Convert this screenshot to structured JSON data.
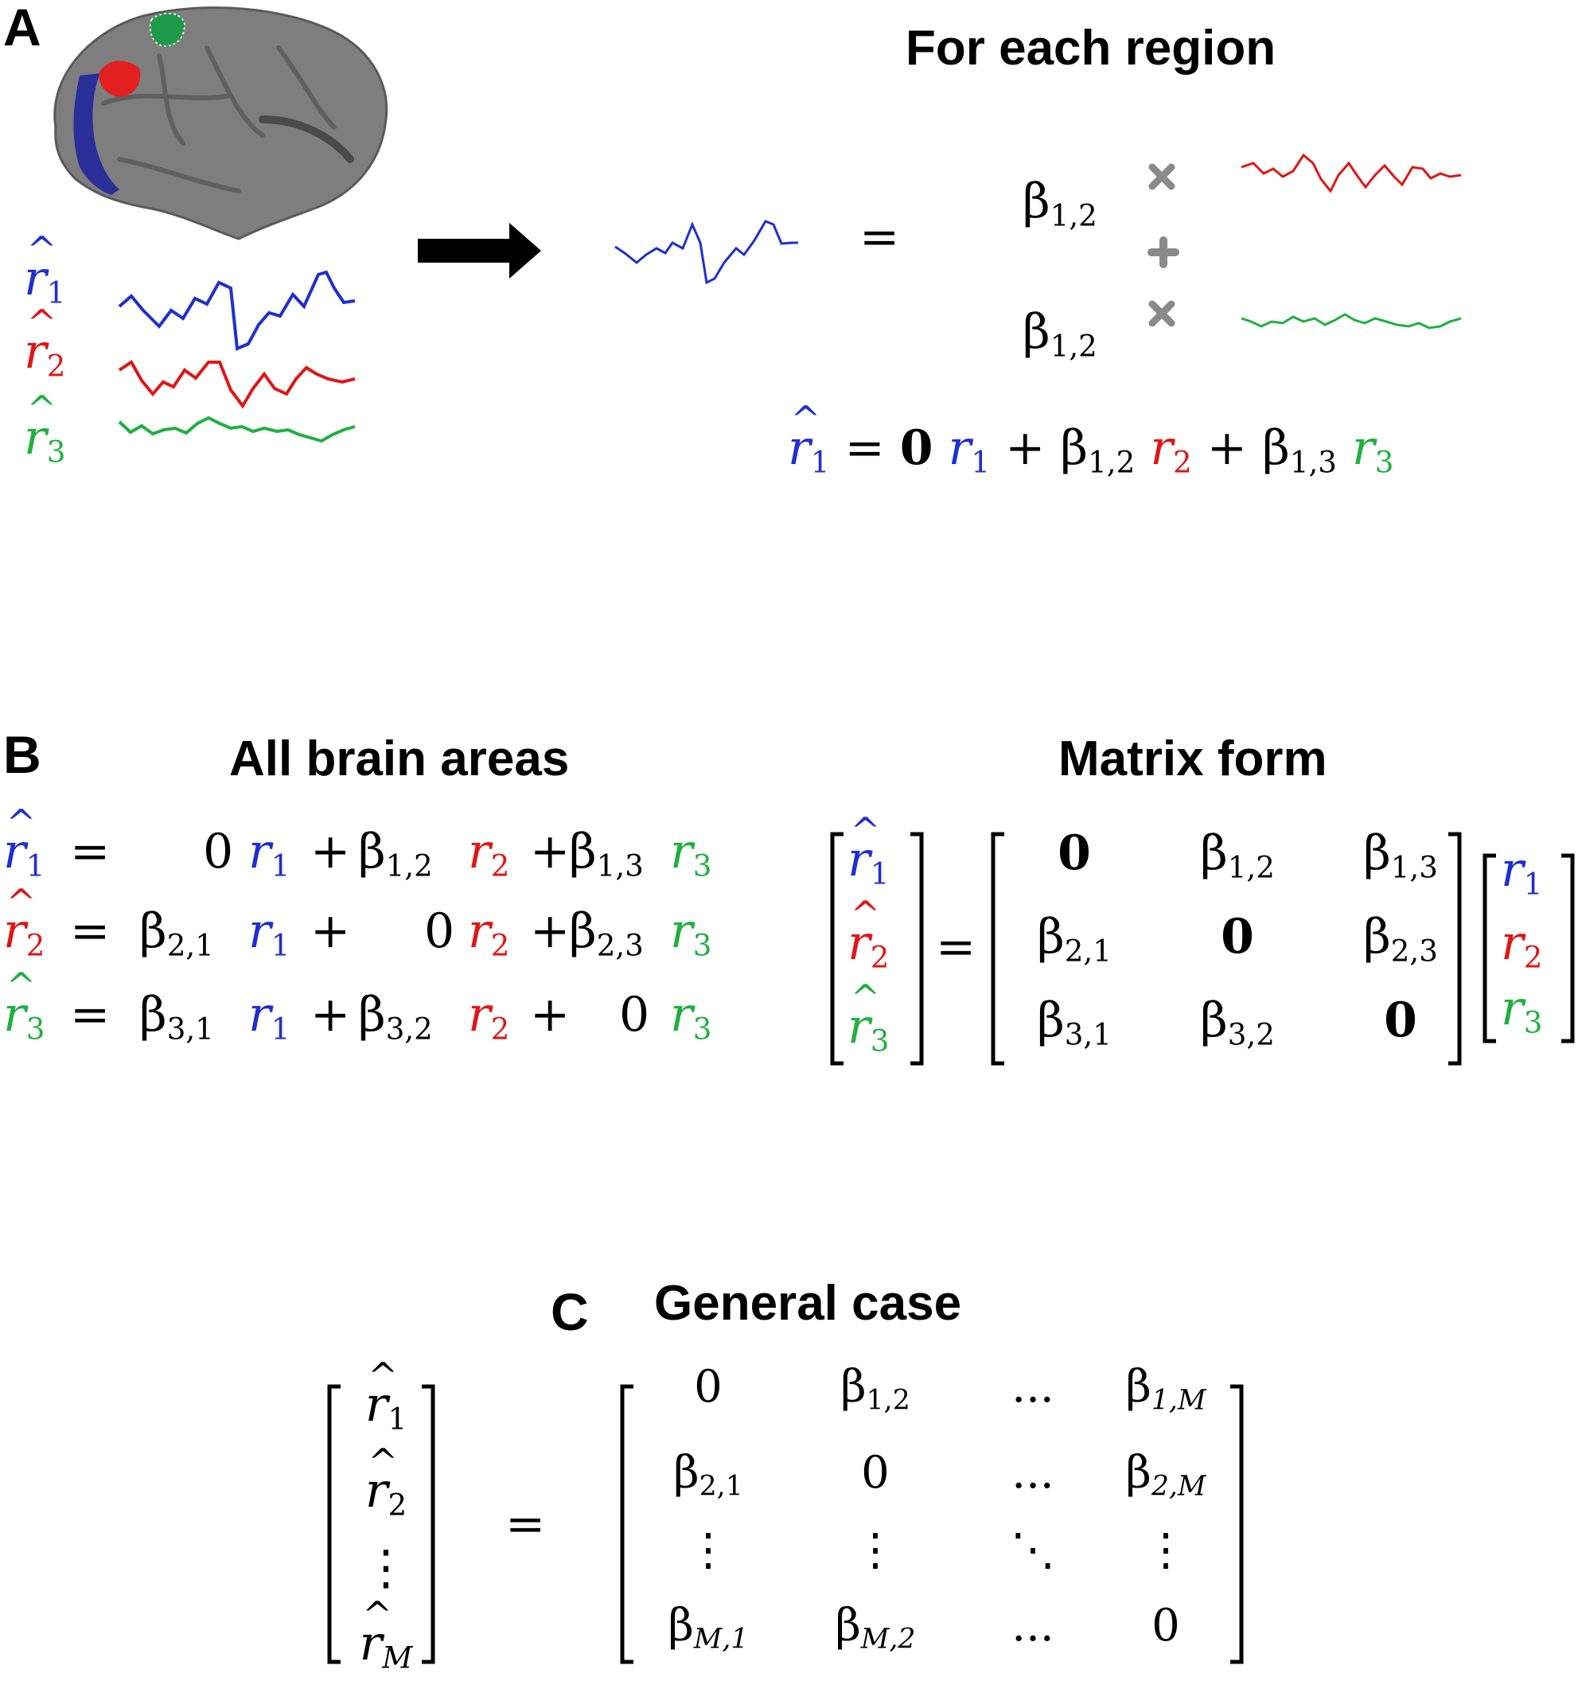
{
  "panels": {
    "a": {
      "label": "A",
      "title": "For each region",
      "left_rows": [
        {
          "var": "r",
          "sub": "1",
          "color": "blue"
        },
        {
          "var": "r",
          "sub": "2",
          "color": "red"
        },
        {
          "var": "r",
          "sub": "3",
          "color": "green"
        }
      ],
      "equals": "=",
      "beta_top": {
        "sym": "β",
        "sub": "1,2"
      },
      "beta_bottom": {
        "sym": "β",
        "sub": "1,2"
      },
      "formula": {
        "lhs": {
          "var": "r",
          "sub": "1"
        },
        "eq": "=",
        "zero": "0",
        "t1": {
          "var": "r",
          "sub": "1"
        },
        "plus1": "+",
        "b12": {
          "sym": "β",
          "sub": "1,2"
        },
        "t2": {
          "var": "r",
          "sub": "2"
        },
        "plus2": "+",
        "b13": {
          "sym": "β",
          "sub": "1,3"
        },
        "t3": {
          "var": "r",
          "sub": "3"
        }
      }
    },
    "b": {
      "label": "B",
      "title_left": "All brain areas",
      "title_right": "Matrix form",
      "equations": [
        {
          "lhs": "r",
          "lhs_sub": "1",
          "eq": "=",
          "c1": "0",
          "c1_sub": "",
          "v1": "1",
          "p1": "+",
          "c2": "β",
          "c2_sub": "1,2",
          "v2": "2",
          "p2": "+",
          "c3": "β",
          "c3_sub": "1,3",
          "v3": "3"
        },
        {
          "lhs": "r",
          "lhs_sub": "2",
          "eq": "=",
          "c1": "β",
          "c1_sub": "2,1",
          "v1": "1",
          "p1": "+",
          "c2": "0",
          "c2_sub": "",
          "v2": "2",
          "p2": "+",
          "c3": "β",
          "c3_sub": "2,3",
          "v3": "3"
        },
        {
          "lhs": "r",
          "lhs_sub": "3",
          "eq": "=",
          "c1": "β",
          "c1_sub": "3,1",
          "v1": "1",
          "p1": "+",
          "c2": "β",
          "c2_sub": "3,2",
          "v2": "2",
          "p2": "+",
          "c3": "0",
          "c3_sub": "",
          "v3": "3"
        }
      ],
      "matrix": {
        "eq": "=",
        "lhs": [
          "1",
          "2",
          "3"
        ],
        "rhs": [
          "1",
          "2",
          "3"
        ],
        "cells": [
          [
            {
              "t": "0",
              "s": ""
            },
            {
              "t": "β",
              "s": "1,2"
            },
            {
              "t": "β",
              "s": "1,3"
            }
          ],
          [
            {
              "t": "β",
              "s": "2,1"
            },
            {
              "t": "0",
              "s": ""
            },
            {
              "t": "β",
              "s": "2,3"
            }
          ],
          [
            {
              "t": "β",
              "s": "3,1"
            },
            {
              "t": "β",
              "s": "3,2"
            },
            {
              "t": "0",
              "s": ""
            }
          ]
        ]
      }
    },
    "c": {
      "label": "C",
      "title": "General case",
      "eq": "=",
      "lhs": [
        "1",
        "2",
        "⋮",
        "M"
      ],
      "cells": [
        [
          {
            "t": "0",
            "s": ""
          },
          {
            "t": "β",
            "s": "1,2"
          },
          {
            "t": "...",
            "s": ""
          },
          {
            "t": "β",
            "s": "1,M"
          }
        ],
        [
          {
            "t": "β",
            "s": "2,1"
          },
          {
            "t": "0",
            "s": ""
          },
          {
            "t": "...",
            "s": ""
          },
          {
            "t": "β",
            "s": "2,M"
          }
        ],
        [
          {
            "t": "⋮",
            "s": ""
          },
          {
            "t": "⋮",
            "s": ""
          },
          {
            "t": "⋱",
            "s": ""
          },
          {
            "t": "⋮",
            "s": ""
          }
        ],
        [
          {
            "t": "β",
            "s": "M,1"
          },
          {
            "t": "β",
            "s": "M,2"
          },
          {
            "t": "...",
            "s": ""
          },
          {
            "t": "0",
            "s": ""
          }
        ]
      ]
    }
  },
  "colors": {
    "blue": "#1f2fd0",
    "red": "#e01616",
    "green": "#20b040",
    "gray": "#8a8a8a"
  }
}
